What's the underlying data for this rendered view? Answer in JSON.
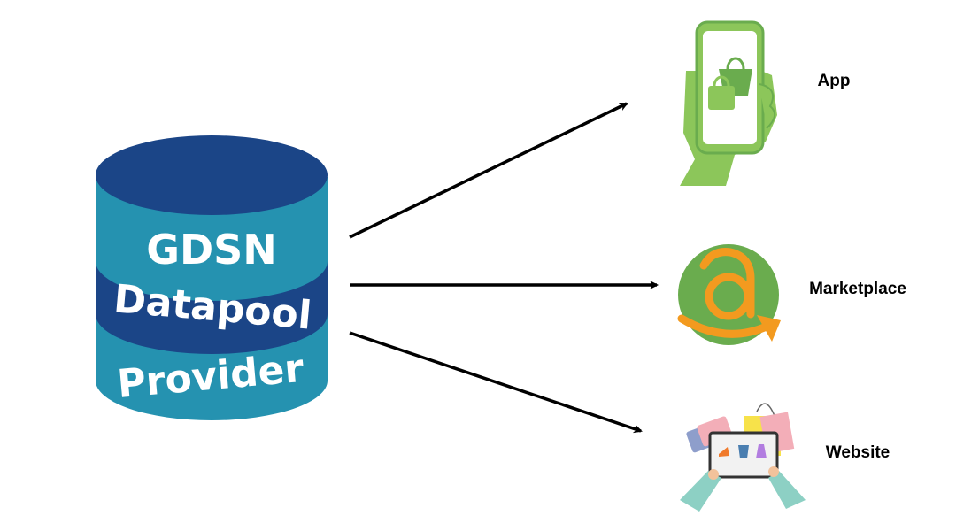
{
  "source": {
    "lines": [
      "GDSN",
      "Datapool",
      "Provider"
    ],
    "colors": {
      "dark": "#1b4587",
      "teal": "#2592b0"
    }
  },
  "targets": [
    {
      "label": "App",
      "icon": "smartphone-shopping-icon"
    },
    {
      "label": "Marketplace",
      "icon": "marketplace-a-logo-icon"
    },
    {
      "label": "Website",
      "icon": "tablet-shopping-website-icon"
    }
  ],
  "colors": {
    "arrow": "#000000",
    "green": "#6aac4e",
    "light_green": "#8cc65a",
    "orange": "#f39a1f"
  }
}
